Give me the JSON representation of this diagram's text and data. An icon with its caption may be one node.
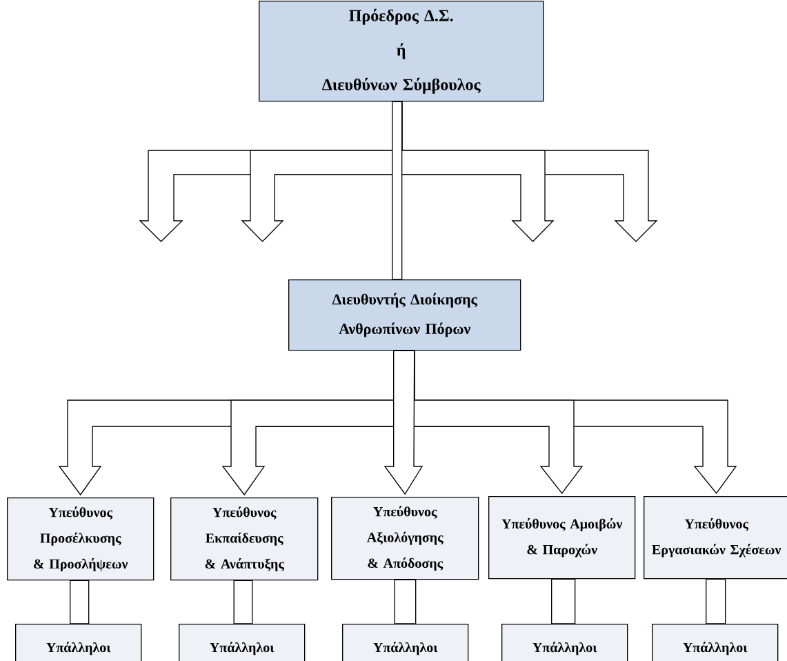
{
  "diagram": {
    "nodes": [
      {
        "text": [
          "Πρόεδρος Δ.Σ.",
          "ή",
          "Διευθύνων Σύμβουλος"
        ]
      },
      {
        "text": [
          "Διευθυντής Διοίκησης Ανθρωπίνων Πόρων"
        ]
      },
      {
        "text": [
          "Υπεύθυνος Προσέλκυσης & Προσλήψεων"
        ]
      },
      {
        "text": [
          "Υπεύθυνος Εκπαίδευσης & Ανάπτυξης"
        ]
      },
      {
        "text": [
          "Υπεύθυνος Αξιολόγησης & Απόδοσης"
        ]
      },
      {
        "text": [
          "Υπεύθυνος Αμοιβών & Παροχών"
        ]
      },
      {
        "text": [
          "Υπεύθυνος Εργασιακών Σχέσεων"
        ]
      },
      {
        "text": [
          "Υπάλληλοι"
        ]
      },
      {
        "text": [
          "Υπάλληλοι"
        ]
      },
      {
        "text": [
          "Υπάλληλοι"
        ]
      },
      {
        "text": [
          "Υπάλληλοι"
        ]
      },
      {
        "text": [
          "Υπάλληλοι"
        ]
      }
    ],
    "edges": [
      {
        "from": 0,
        "to": 1,
        "arrow": "none"
      },
      {
        "from": 0,
        "to": null,
        "arrow": "to"
      },
      {
        "from": 0,
        "to": null,
        "arrow": "to"
      },
      {
        "from": 0,
        "to": null,
        "arrow": "to"
      },
      {
        "from": 0,
        "to": null,
        "arrow": "to"
      },
      {
        "from": 1,
        "to": 2,
        "arrow": "to"
      },
      {
        "from": 1,
        "to": 3,
        "arrow": "to"
      },
      {
        "from": 1,
        "to": 4,
        "arrow": "to"
      },
      {
        "from": 1,
        "to": 5,
        "arrow": "to"
      },
      {
        "from": 1,
        "to": 6,
        "arrow": "to"
      },
      {
        "from": 2,
        "to": 7,
        "arrow": "none"
      },
      {
        "from": 3,
        "to": 8,
        "arrow": "none"
      },
      {
        "from": 4,
        "to": 9,
        "arrow": "none"
      },
      {
        "from": 5,
        "to": 10,
        "arrow": "none"
      },
      {
        "from": 6,
        "to": 11,
        "arrow": "none"
      }
    ]
  }
}
